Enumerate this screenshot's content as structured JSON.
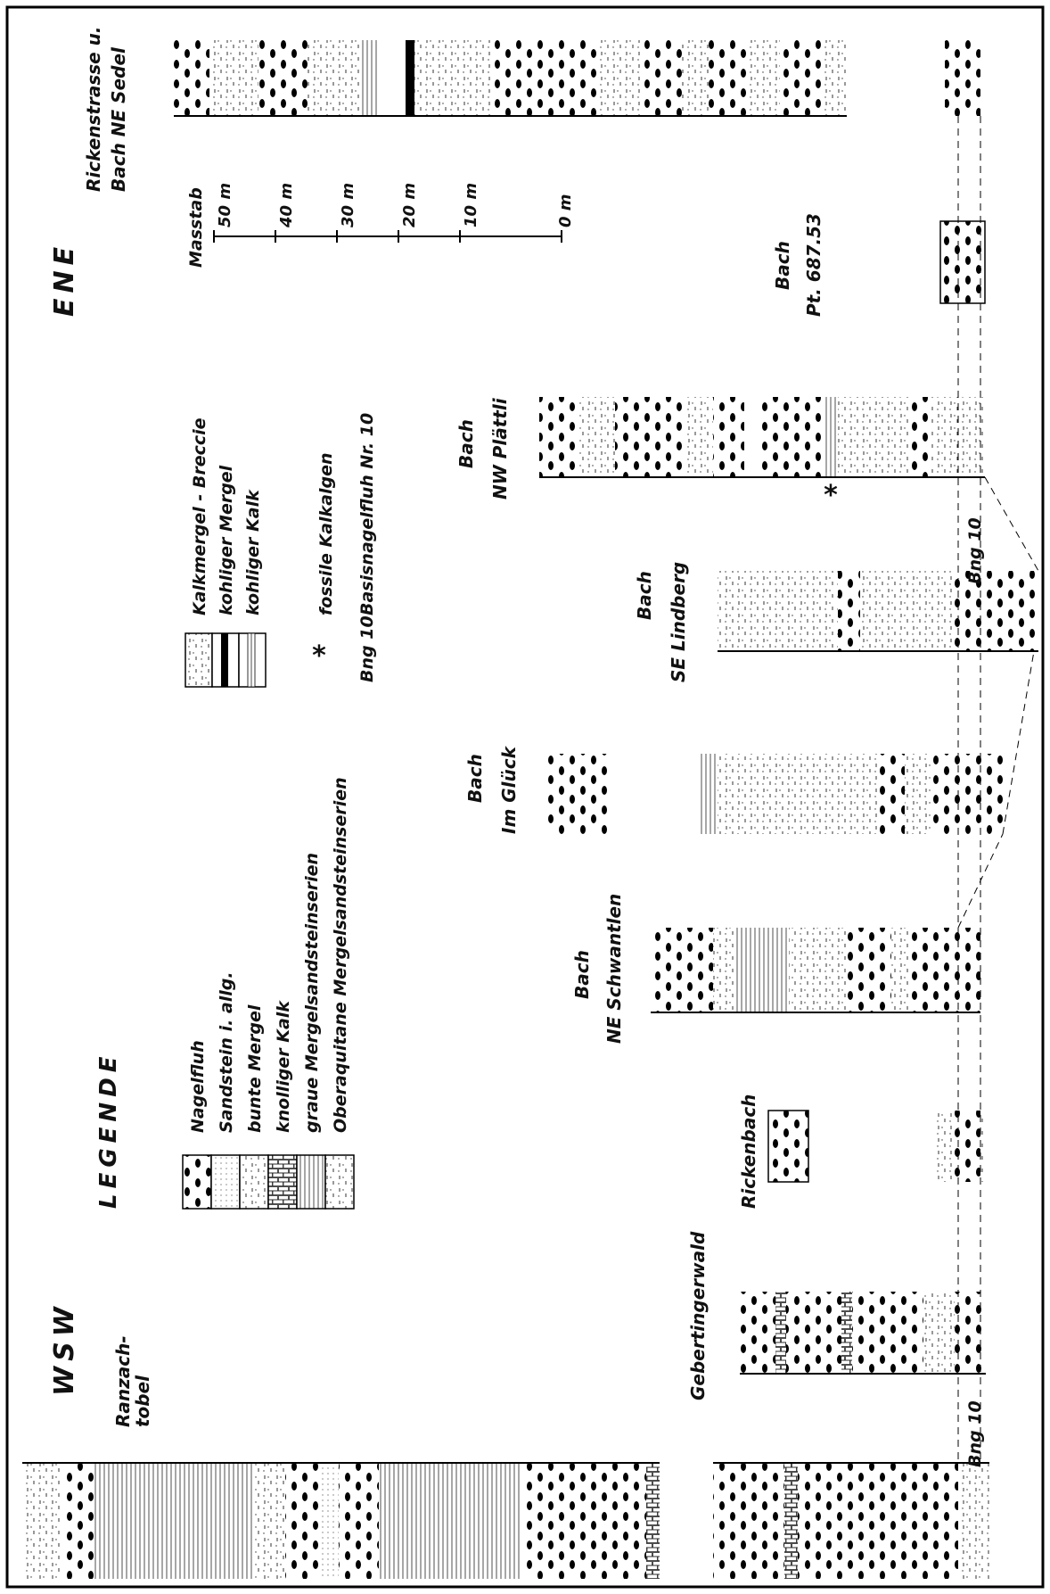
{
  "orientation": {
    "west": "WSW",
    "east": "ENE"
  },
  "legend": {
    "title": "LEGENDE",
    "items_left": [
      "Nagelfluh",
      "Sandstein  i. allg.",
      "bunte  Mergel",
      "knolliger  Kalk",
      "graue  Mergelsandsteinserien",
      "Oberaquitane  Mergelsandsteinserien"
    ],
    "items_right": [
      "Kalkmergel - Breccie",
      "kohliger  Mergel",
      "kohliger  Kalk"
    ],
    "fossil_symbol": "*",
    "fossil_text": "fossile  Kalkalgen",
    "bng_key": "Bng 10",
    "bng_text": "Basisnagelfluh   Nr. 10"
  },
  "scale": {
    "title": "Masstab",
    "ticks": [
      "50 m",
      "40 m",
      "30 m",
      "20 m",
      "10 m",
      "0 m"
    ]
  },
  "sections": {
    "ranzach_1": "Ranzach-",
    "ranzach_2": "tobel",
    "gebertingerwald": "Gebertingerwald",
    "rickenbach": "Rickenbach",
    "schwantlen_1": "Bach",
    "schwantlen_2": "NE  Schwantlen",
    "glueck_1": "Bach",
    "glueck_2": "Im  Glück",
    "lindberg_1": "Bach",
    "lindberg_2": "SE  Lindberg",
    "plaettli_1": "Bach",
    "plaettli_2": "NW  Plättli",
    "pt_1": "Bach",
    "pt_2": "Pt. 687.53",
    "rickenstrasse_1": "Rickenstrasse  u.",
    "rickenstrasse_2": "Bach  NE  Sedel"
  },
  "markers": {
    "bng_a": "Bng 10",
    "bng_b": "Bng 10",
    "fossil_star": "*"
  }
}
